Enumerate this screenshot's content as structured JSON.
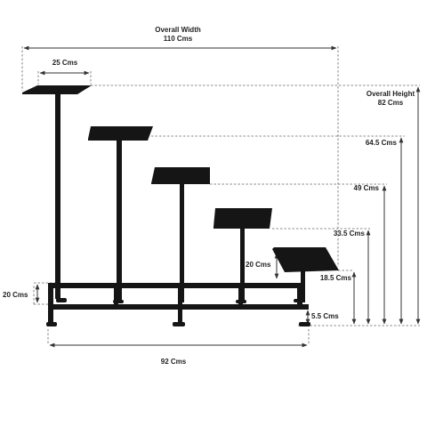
{
  "diagram": {
    "overall_width": {
      "title": "Overall Width",
      "value": "110 Cms"
    },
    "top_width": "25 Cms",
    "overall_height": {
      "title": "Overall Height",
      "value": "82 Cms"
    },
    "tier_heights": [
      "64.5 Cms",
      "49 Cms",
      "33.5 Cms",
      "18.5 Cms"
    ],
    "lowest_shelf_offset": "20 Cms",
    "side_height": "20 Cms",
    "foot_height": "5.5 Cms",
    "base_width": "92 Cms"
  }
}
